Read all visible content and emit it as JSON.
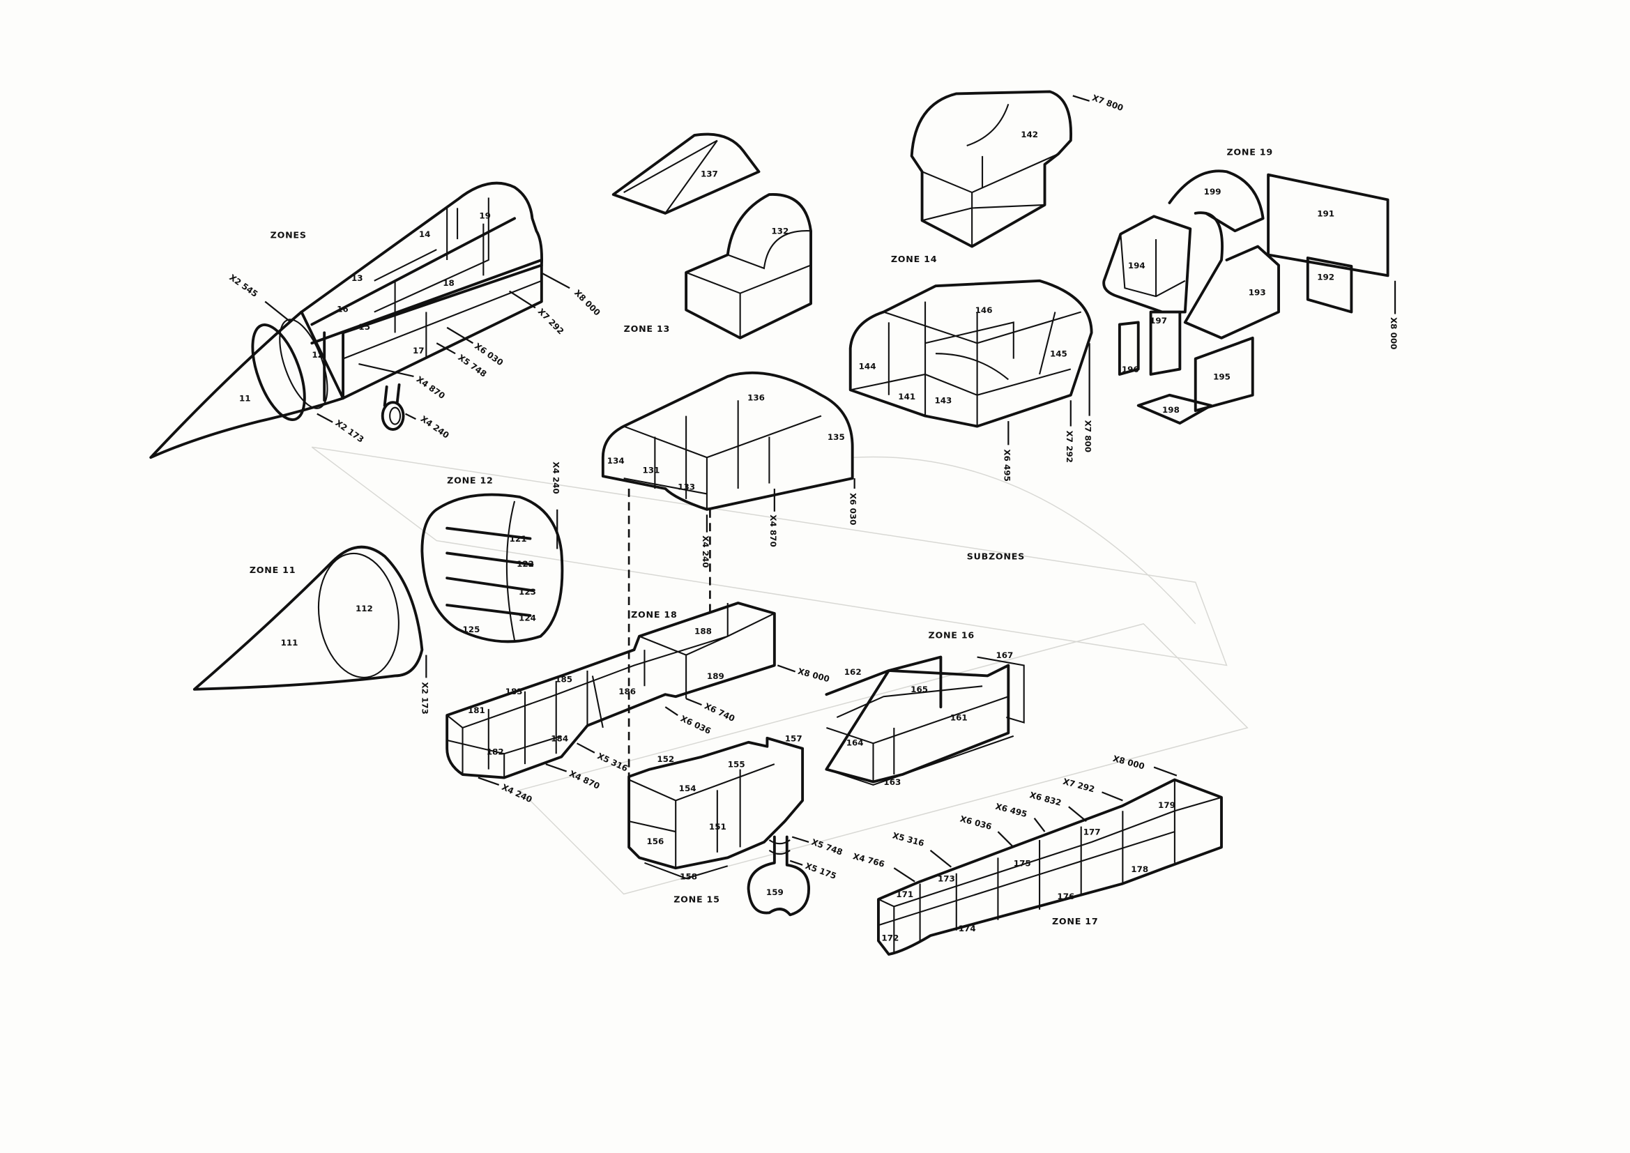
{
  "headings": {
    "zones": "ZONES",
    "subzones": "SUBZONES"
  },
  "zones_figure": {
    "labels": [
      "11",
      "12",
      "13",
      "14",
      "15",
      "16",
      "17",
      "18",
      "19"
    ],
    "stations": [
      "X2 545",
      "X2 173",
      "X4 870",
      "X4 240",
      "X5 748",
      "X6 030",
      "X7 292",
      "X8 000"
    ]
  },
  "zone11": {
    "title": "ZONE 11",
    "labels": [
      "111",
      "112"
    ],
    "stations": [
      "X2 173"
    ]
  },
  "zone12": {
    "title": "ZONE 12",
    "labels": [
      "121",
      "122",
      "123",
      "124",
      "125"
    ],
    "stations": [
      "X4 240"
    ]
  },
  "zone13": {
    "title": "ZONE 13",
    "labels": [
      "131",
      "132",
      "133",
      "134",
      "135",
      "136",
      "137"
    ],
    "stations": [
      "X6 030",
      "X4 870",
      "X4 240"
    ]
  },
  "zone14": {
    "title": "ZONE 14",
    "labels": [
      "141",
      "142",
      "143",
      "144",
      "145",
      "146"
    ],
    "stations": [
      "X7 800",
      "X6 495",
      "X7 292",
      "X7 800"
    ]
  },
  "zone19": {
    "title": "ZONE 19",
    "labels": [
      "191",
      "192",
      "193",
      "194",
      "195",
      "196",
      "197",
      "198",
      "199"
    ],
    "stations": [
      "X8 000"
    ]
  },
  "zone18": {
    "title": "ZONE 18",
    "labels": [
      "181",
      "182",
      "183",
      "184",
      "185",
      "186",
      "188",
      "189"
    ],
    "stations": [
      "X8 000",
      "X6 740",
      "X6 036",
      "X5 316",
      "X4 870",
      "X4 240"
    ]
  },
  "zone15": {
    "title": "ZONE 15",
    "labels": [
      "151",
      "152",
      "154",
      "155",
      "156",
      "157",
      "158",
      "159"
    ],
    "stations": [
      "X5 748",
      "X5 175"
    ]
  },
  "zone16": {
    "title": "ZONE 16",
    "labels": [
      "161",
      "162",
      "163",
      "164",
      "165",
      "167"
    ]
  },
  "zone17": {
    "title": "ZONE 17",
    "labels": [
      "171",
      "172",
      "173",
      "174",
      "175",
      "176",
      "177",
      "178",
      "179"
    ],
    "stations": [
      "X8 000",
      "X7 292",
      "X6 832",
      "X6 495",
      "X6 036",
      "X5 316",
      "X4 766"
    ]
  }
}
